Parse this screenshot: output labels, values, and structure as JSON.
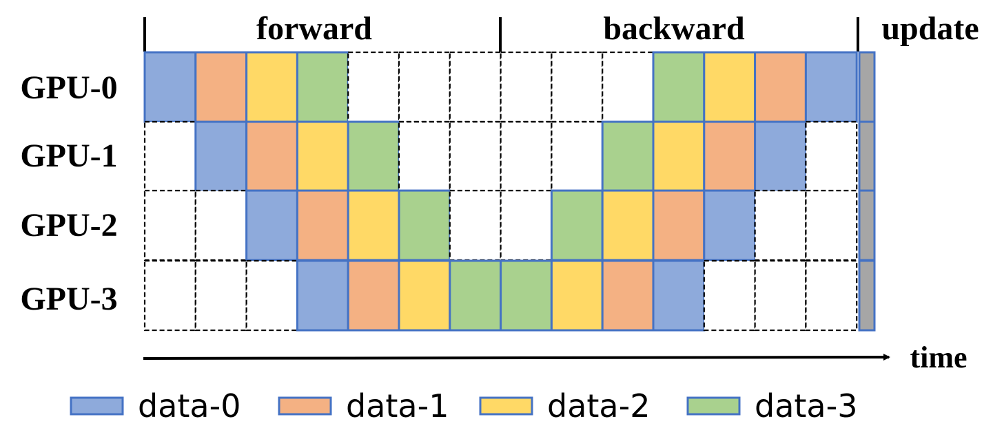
{
  "phases": {
    "forward": "forward",
    "backward": "backward",
    "update": "update"
  },
  "gpus": [
    "GPU-0",
    "GPU-1",
    "GPU-2",
    "GPU-3"
  ],
  "time_label": "time",
  "legend": [
    {
      "label": "data-0",
      "color": "#8eaadb"
    },
    {
      "label": "data-1",
      "color": "#f4b183"
    },
    {
      "label": "data-2",
      "color": "#ffd966"
    },
    {
      "label": "data-3",
      "color": "#a9d18e"
    }
  ],
  "colors": {
    "cell_border": "#4472c4",
    "update_bar": "#a6a6a6",
    "empty_border": "#000000"
  },
  "schedule": [
    [
      0,
      1,
      2,
      3,
      null,
      null,
      null,
      null,
      null,
      null,
      3,
      2,
      1,
      0
    ],
    [
      null,
      0,
      1,
      2,
      3,
      null,
      null,
      null,
      null,
      3,
      2,
      1,
      0,
      null
    ],
    [
      null,
      null,
      0,
      1,
      2,
      3,
      null,
      null,
      3,
      2,
      1,
      0,
      null,
      null
    ],
    [
      null,
      null,
      null,
      0,
      1,
      2,
      3,
      3,
      2,
      1,
      0,
      null,
      null,
      null
    ]
  ]
}
